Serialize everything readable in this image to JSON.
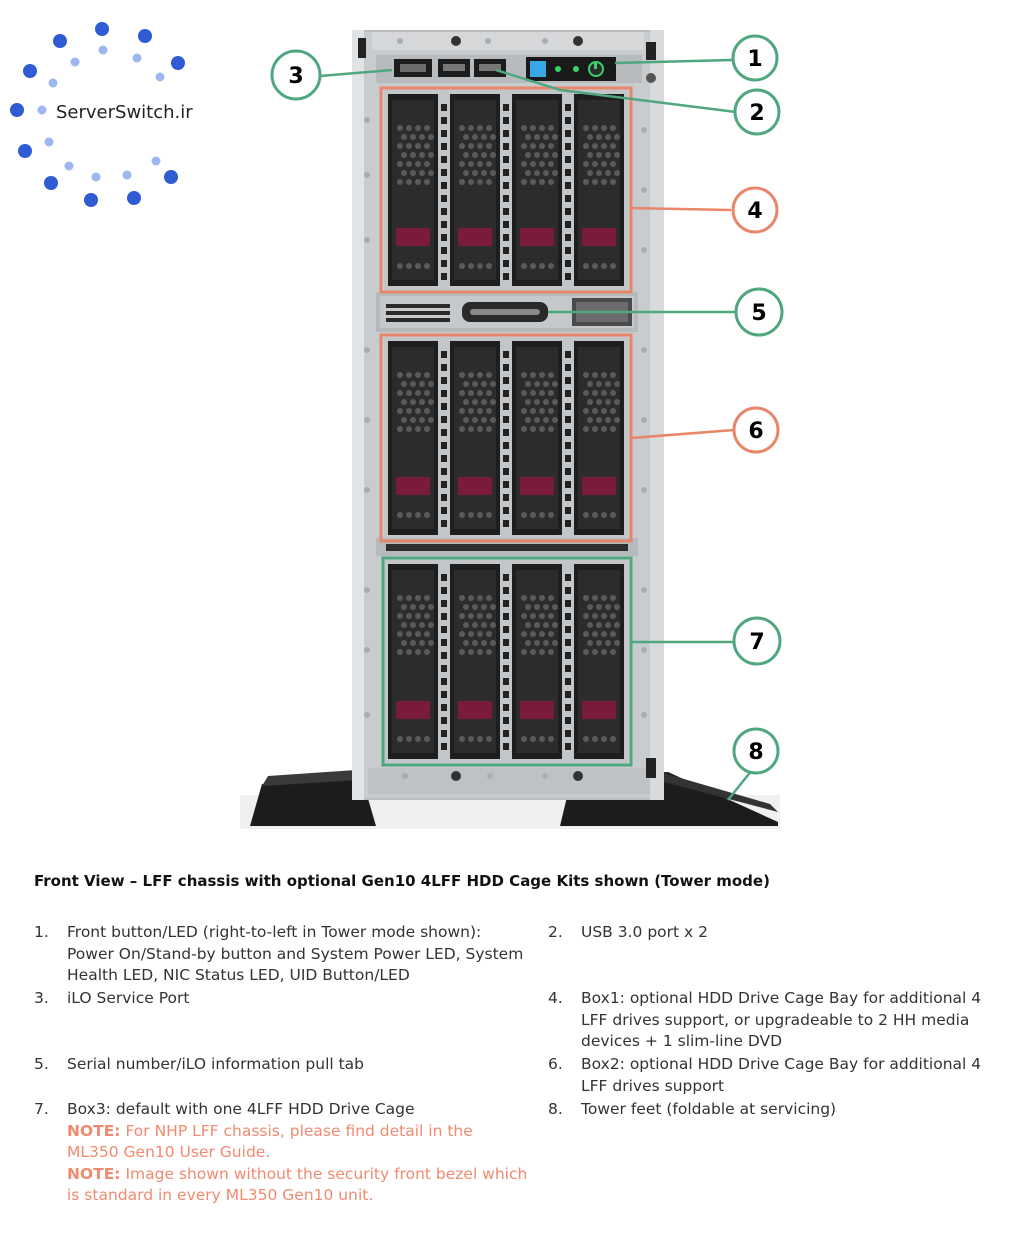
{
  "logo": {
    "text": "ServerSwitch.ir"
  },
  "callouts": [
    "1",
    "2",
    "3",
    "4",
    "5",
    "6",
    "7",
    "8"
  ],
  "caption": "Front View – LFF chassis with optional Gen10 4LFF HDD Cage Kits shown (Tower mode)",
  "items": [
    {
      "num": "1.",
      "text": "Front button/LED (right-to-left in Tower mode shown): Power On/Stand-by button and System Power LED, System Health LED, NIC Status LED, UID Button/LED"
    },
    {
      "num": "2.",
      "text": "USB 3.0 port x 2"
    },
    {
      "num": "3.",
      "text": "iLO Service Port"
    },
    {
      "num": "4.",
      "text": "Box1: optional HDD Drive Cage Bay for additional 4 LFF drives support, or upgradeable to 2 HH media devices + 1 slim-line DVD"
    },
    {
      "num": "5.",
      "text": "Serial number/iLO information pull tab"
    },
    {
      "num": "6.",
      "text": "Box2: optional HDD Drive Cage Bay for additional 4 LFF drives support"
    },
    {
      "num": "7.",
      "text": "Box3: default with one 4LFF HDD Drive Cage"
    },
    {
      "num": "8.",
      "text": "Tower feet (foldable at servicing)"
    }
  ],
  "notes": [
    {
      "label": "NOTE:",
      "text": " For NHP LFF chassis, please find detail in the ML350 Gen10 User Guide."
    },
    {
      "label": "NOTE:",
      "text": " Image shown without the security front bezel which is standard in every ML350 Gen10 unit."
    }
  ],
  "colors": {
    "orange": "#e8866a",
    "green": "#4fa77f",
    "note": "#f08a70",
    "logo_dark": "#2f5bd3",
    "logo_light": "#9db8ee"
  }
}
